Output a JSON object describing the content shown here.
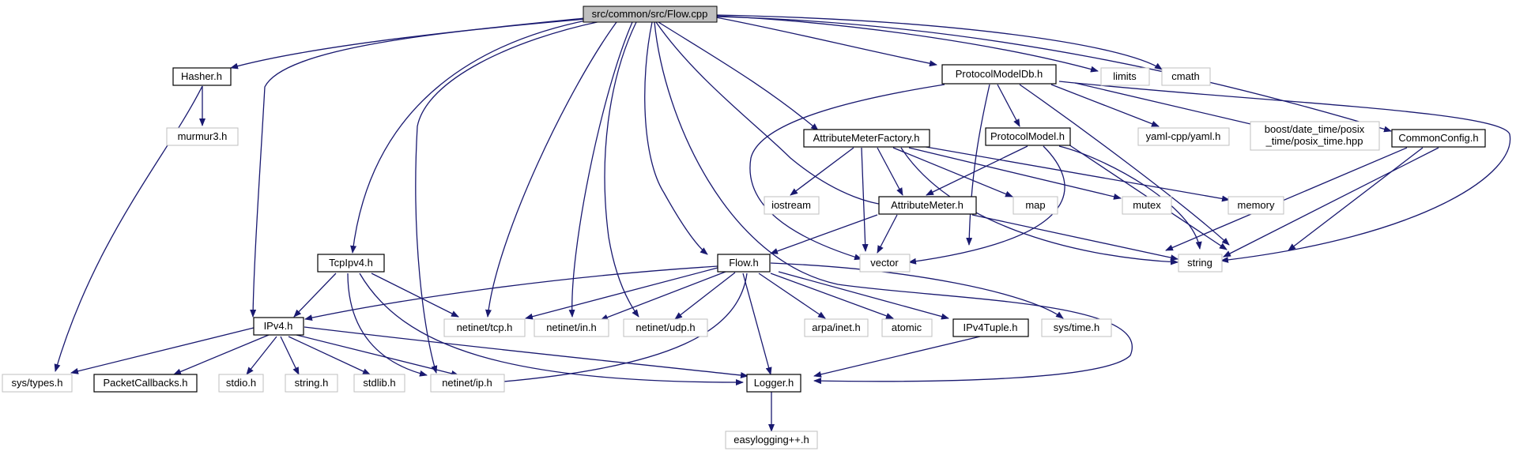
{
  "colors": {
    "edge": "#191970",
    "file_border": "#000000",
    "system_border": "#bfbfbf",
    "root_fill": "#bfbfbf",
    "background": "#ffffff"
  },
  "nodes": {
    "root": "src/common/src/Flow.cpp",
    "hasher": "Hasher.h",
    "murmur3": "murmur3.h",
    "protocolmodeldb": "ProtocolModelDb.h",
    "limits": "limits",
    "cmath": "cmath",
    "attributemeterfactory": "AttributeMeterFactory.h",
    "protocolmodel": "ProtocolModel.h",
    "yamlcpp": "yaml-cpp/yaml.h",
    "boost_line1": "boost/date_time/posix",
    "boost_line2": "_time/posix_time.hpp",
    "commonconfig": "CommonConfig.h",
    "iostream": "iostream",
    "attributemeter": "AttributeMeter.h",
    "map": "map",
    "mutex": "mutex",
    "memory": "memory",
    "tcpipv4": "TcpIpv4.h",
    "flow": "Flow.h",
    "vector": "vector",
    "string": "string",
    "ipv4": "IPv4.h",
    "tcp": "netinet/tcp.h",
    "in": "netinet/in.h",
    "udp": "netinet/udp.h",
    "inet": "arpa/inet.h",
    "atomic": "atomic",
    "ipv4tuple": "IPv4Tuple.h",
    "systime": "sys/time.h",
    "systypes": "sys/types.h",
    "packetcallbacks": "PacketCallbacks.h",
    "stdio": "stdio.h",
    "stringh": "string.h",
    "stdlib": "stdlib.h",
    "ip": "netinet/ip.h",
    "logger": "Logger.h",
    "easylogging": "easylogging++.h"
  }
}
